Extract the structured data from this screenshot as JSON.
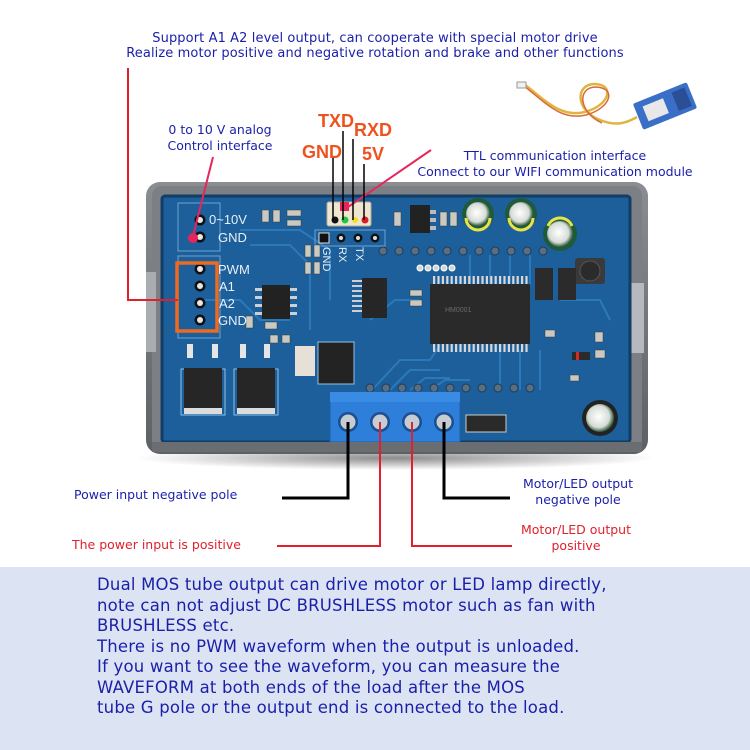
{
  "header": {
    "line1": "Support A1 A2 level output, can cooperate with special motor drive",
    "line2": "Realize motor positive and negative rotation and brake and other functions"
  },
  "callouts": {
    "analog": {
      "line1": "0 to 10 V analog",
      "line2": "Control interface"
    },
    "serial_pins": {
      "txd": "TXD",
      "rxd": "RXD",
      "gnd": "GND",
      "v5": "5V"
    },
    "ttl": {
      "line1": "TTL communication interface",
      "line2": "Connect to our WIFI communication module"
    },
    "power_negative": "Power input negative pole",
    "power_positive": "The power input is positive",
    "motor_negative": {
      "line1": "Motor/LED output",
      "line2": "negative pole"
    },
    "motor_positive": {
      "line1": "Motor/LED output",
      "line2": "positive"
    }
  },
  "board": {
    "silkscreen": {
      "v010": "0~10V",
      "gnd": "GND",
      "pwm": "PWM",
      "a1": "A1",
      "a2": "A2",
      "gnd2": "GND",
      "uart_gnd": "GND",
      "uart_rx": "RX",
      "uart_tx": "TX"
    }
  },
  "notes": {
    "lines": [
      "Dual MOS tube output can drive motor or LED lamp directly,",
      "note can not adjust DC BRUSHLESS motor such as fan with",
      "BRUSHLESS etc.",
      "There is no PWM waveform when the output is unloaded.",
      "If you want to see the waveform, you can measure the",
      "WAVEFORM at both ends of the load after the MOS",
      "tube G pole or the output end is connected to the load."
    ]
  },
  "colors": {
    "text_blue": "#1a1fa8",
    "text_red": "#e0202c",
    "pin_orange": "#f0521e",
    "pcb_blue": "#1c5f9a",
    "case_gray": "#6f7378",
    "notes_bg": "#dce4f4",
    "highlight_orange": "#f06a1e"
  }
}
